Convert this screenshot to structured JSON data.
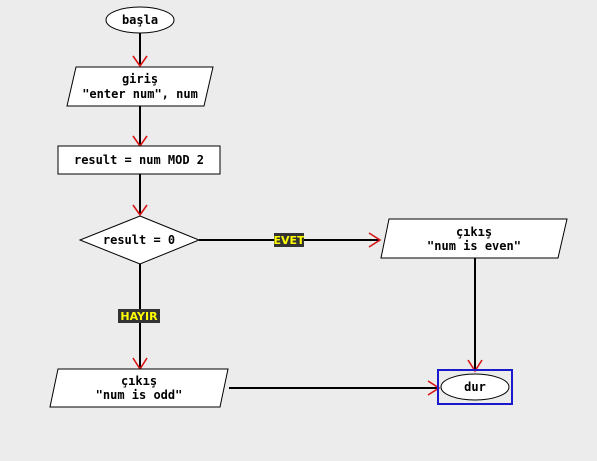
{
  "nodes": {
    "start": {
      "lines": [
        "başla"
      ]
    },
    "input": {
      "lines": [
        "giriş",
        "\"enter num\", num"
      ]
    },
    "process": {
      "lines": [
        "result = num MOD 2"
      ]
    },
    "decision": {
      "lines": [
        "result = 0"
      ]
    },
    "output_even": {
      "lines": [
        "çıkış",
        "\"num is even\""
      ]
    },
    "output_odd": {
      "lines": [
        "çıkış",
        "\"num is odd\""
      ]
    },
    "end": {
      "lines": [
        "dur"
      ]
    }
  },
  "edge_labels": {
    "yes": "EVET",
    "no": "HAYIR"
  },
  "colors": {
    "background": "#ececec",
    "node_fill": "#ffffff",
    "edge": "#000000",
    "arrowhead": "#d81414",
    "label_bg": "#333333",
    "label_text": "#ffff00",
    "selection": "#1a1acc"
  }
}
